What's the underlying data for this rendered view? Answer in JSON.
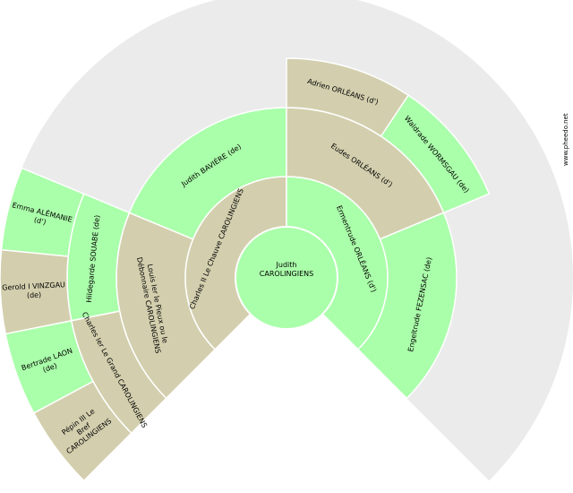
{
  "credit": "www.pheedo.net",
  "colors": {
    "male": "#d3cfae",
    "female": "#aaffaa",
    "empty": "#ebebeb",
    "border": "#ffffff"
  },
  "root": {
    "line1": "Judith",
    "line2": "CAROLINGIENS",
    "sex": "female"
  },
  "people": [
    {
      "id": "charles-ii",
      "gen": 1,
      "slot": 0,
      "sex": "male",
      "lines": [
        "Charles II Le Chauve CAROLINGIENS"
      ]
    },
    {
      "id": "ermentrude",
      "gen": 1,
      "slot": 1,
      "sex": "female",
      "lines": [
        "Ermentrude ORLÉANS (d')"
      ]
    },
    {
      "id": "louis-pieux",
      "gen": 2,
      "slot": 0,
      "sex": "male",
      "lines": [
        "Louis Ier le Pieux ou le",
        "Débonnaire CAROLINGIENS"
      ]
    },
    {
      "id": "judith-baviere",
      "gen": 2,
      "slot": 1,
      "sex": "female",
      "lines": [
        "Judith BAVIÈRE (de)"
      ]
    },
    {
      "id": "eudes",
      "gen": 2,
      "slot": 2,
      "sex": "male",
      "lines": [
        "Eudes ORLÉANS (d')"
      ]
    },
    {
      "id": "engeltrude",
      "gen": 2,
      "slot": 3,
      "sex": "female",
      "lines": [
        "Engeltrude FEZENSAC (de)"
      ]
    },
    {
      "id": "charles-grand",
      "gen": 3,
      "slot": 0,
      "sex": "male",
      "lines": [
        "Charles Ier Le Grand CAROLINGIENS"
      ]
    },
    {
      "id": "hildegarde",
      "gen": 3,
      "slot": 1,
      "sex": "female",
      "lines": [
        "Hildegarde SOUABE (de)"
      ]
    },
    {
      "id": "adrien",
      "gen": 3,
      "slot": 4,
      "sex": "male",
      "lines": [
        "Adrien ORLÉANS (d')"
      ]
    },
    {
      "id": "waldrade",
      "gen": 3,
      "slot": 5,
      "sex": "female",
      "lines": [
        "Waldrade WORMSGAU (de)"
      ]
    },
    {
      "id": "pepin",
      "gen": 4,
      "slot": 0,
      "sex": "male",
      "lines": [
        "Pépin III Le",
        "Bref",
        "CAROLINGIENS"
      ]
    },
    {
      "id": "bertrade",
      "gen": 4,
      "slot": 1,
      "sex": "female",
      "lines": [
        "Bertrade LAON",
        "(de)"
      ]
    },
    {
      "id": "gerold",
      "gen": 4,
      "slot": 2,
      "sex": "male",
      "lines": [
        "Gerold I VINZGAU",
        "(de)"
      ]
    },
    {
      "id": "emma",
      "gen": 4,
      "slot": 3,
      "sex": "female",
      "lines": [
        "Emma ALÉMANIE",
        "(d')"
      ]
    }
  ]
}
